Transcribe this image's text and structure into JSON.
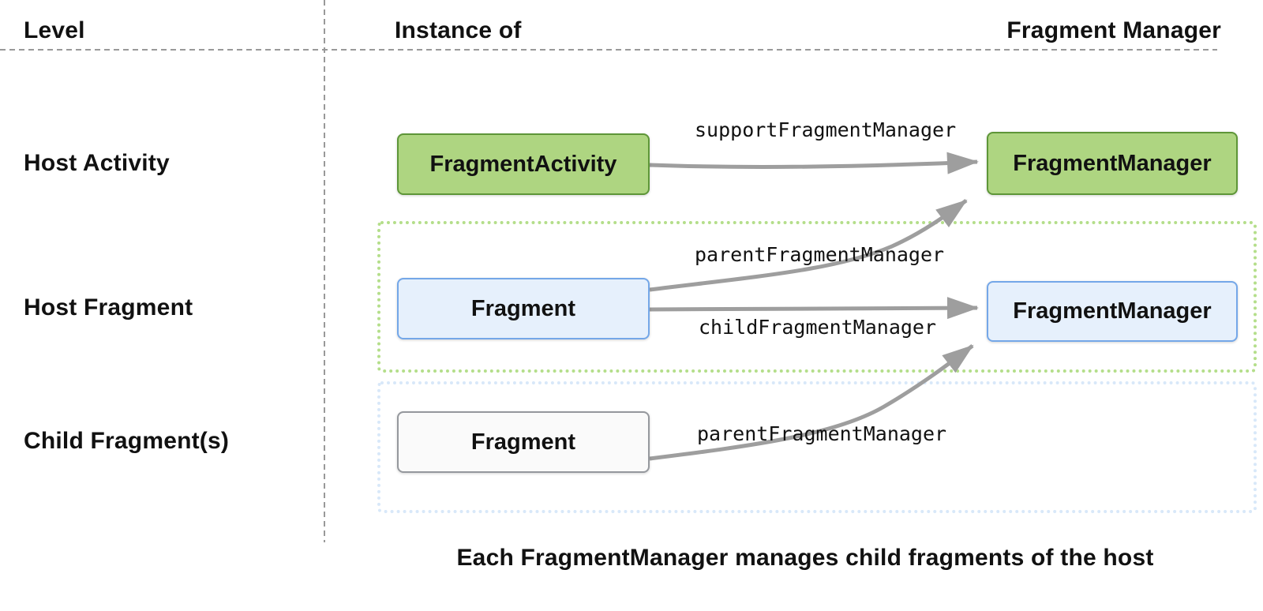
{
  "header": {
    "level": "Level",
    "instance_of": "Instance of",
    "fragment_manager": "Fragment Manager"
  },
  "diagram": {
    "host_activity": {
      "row_label": "Host Activity",
      "instance_box": "FragmentActivity",
      "manager_box": "FragmentManager",
      "arrow_label": "supportFragmentManager"
    },
    "host_fragment": {
      "row_label": "Host Fragment",
      "instance_box": "Fragment",
      "manager_box": "FragmentManager",
      "parent_arrow_label": "parentFragmentManager",
      "child_arrow_label": "childFragmentManager"
    },
    "child_fragment": {
      "row_label": "Child Fragment(s)",
      "instance_box": "Fragment",
      "parent_arrow_label": "parentFragmentManager"
    }
  },
  "caption": "Each FragmentManager manages child fragments of the host",
  "colors": {
    "green_fill": "#aed581",
    "green_border": "#5e9638",
    "green_dotted": "#b4de8a",
    "blue_fill": "#e6f0fc",
    "blue_border": "#74a7e8",
    "blue_dotted": "#d8e8f9",
    "plain_fill": "#fafafa",
    "plain_border": "#95989d",
    "arrow_gray": "#9e9e9e",
    "line_gray": "#999999",
    "text_black": "#111111"
  }
}
